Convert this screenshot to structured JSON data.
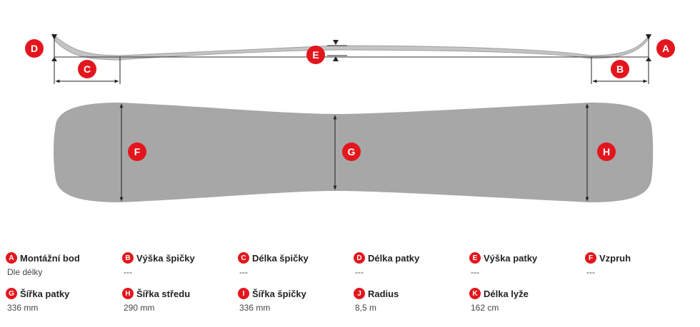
{
  "colors": {
    "accent": "#e3161d",
    "board_fill": "#a7a7a7",
    "profile_stroke": "#a0a0a0",
    "dimension_line": "#222222"
  },
  "markers": {
    "A": "A",
    "B": "B",
    "C": "C",
    "D": "D",
    "E": "E",
    "F": "F",
    "G": "G",
    "H": "H"
  },
  "specs": [
    {
      "badge": "A",
      "label": "Montážní bod",
      "value": "Dle délky"
    },
    {
      "badge": "B",
      "label": "Výška špičky",
      "value": "---"
    },
    {
      "badge": "C",
      "label": "Délka špičky",
      "value": "---"
    },
    {
      "badge": "D",
      "label": "Délka patky",
      "value": "---"
    },
    {
      "badge": "E",
      "label": "Výška patky",
      "value": "---"
    },
    {
      "badge": "F",
      "label": "Vzpruh",
      "value": "---"
    },
    {
      "badge": "G",
      "label": "Šířka patky",
      "value": "336 mm"
    },
    {
      "badge": "H",
      "label": "Šířka středu",
      "value": "290 mm"
    },
    {
      "badge": "I",
      "label": "Šířka špičky",
      "value": "336 mm"
    },
    {
      "badge": "J",
      "label": "Radius",
      "value": "8,5 m"
    },
    {
      "badge": "K",
      "label": "Délka lyže",
      "value": "162 cm"
    }
  ]
}
